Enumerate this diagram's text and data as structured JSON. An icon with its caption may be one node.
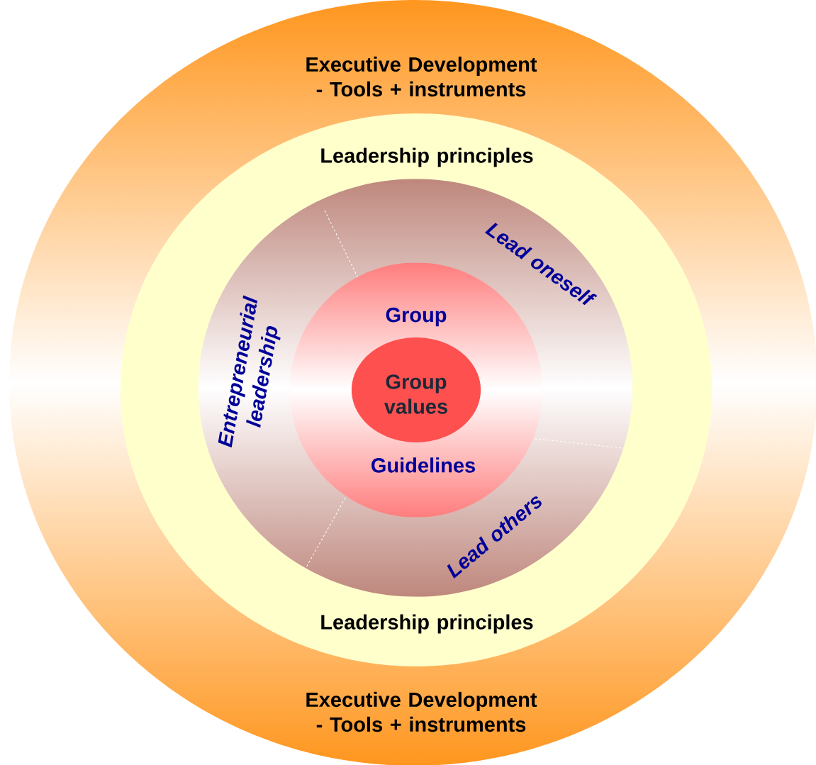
{
  "diagram": {
    "nodes": [
      {
        "text": [
          "Executive Development - Tools + instruments",
          "Executive Development - Tools + instruments"
        ]
      },
      {
        "text": [
          "Leadership principles",
          "Leadership principles"
        ],
        "in": 0
      },
      {
        "text": [
          "Lead oneself",
          "Lead others",
          "Entrepreneurial leadership"
        ],
        "in": 1
      },
      {
        "text": [
          "Group",
          "Guidelines"
        ],
        "in": 2
      },
      {
        "text": [
          "Group values"
        ],
        "in": 3
      }
    ]
  }
}
